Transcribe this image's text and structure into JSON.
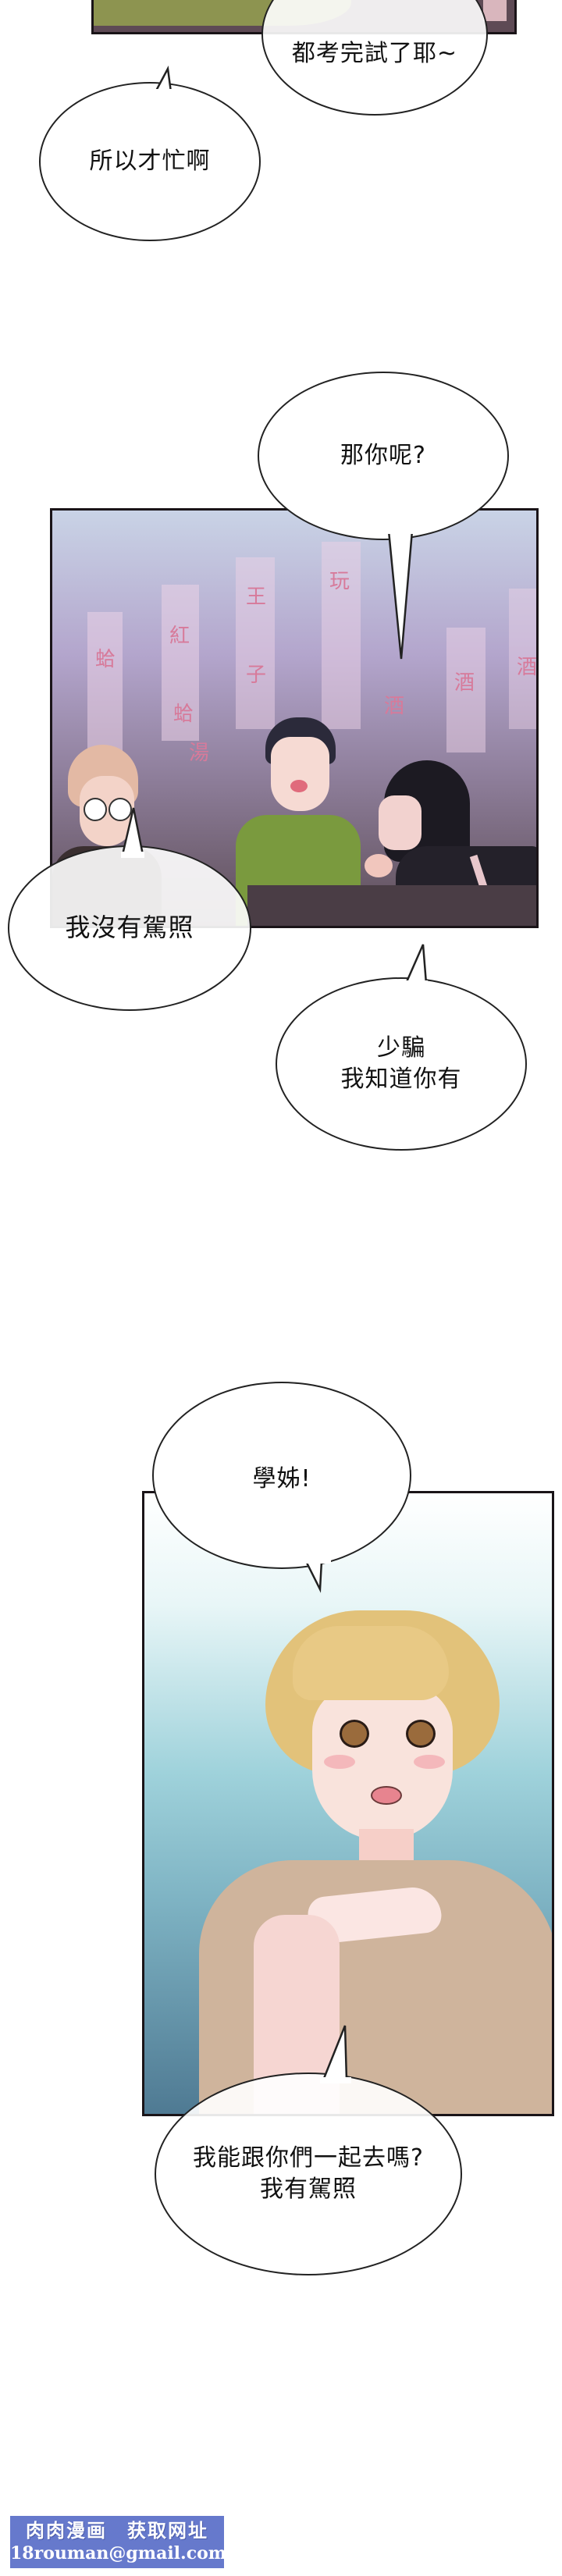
{
  "comic": {
    "panels": [
      {
        "id": "panel-1",
        "description": "bottom edge of classroom scene (olive green and plum tones)"
      },
      {
        "id": "panel-2",
        "description": "three students at a restaurant with hanging menu banners"
      },
      {
        "id": "panel-3",
        "description": "blonde woman with bob haircut, beige shirt, hand at chest"
      }
    ],
    "bubbles": [
      {
        "id": "bubble-1",
        "text": "都考完試了耶~"
      },
      {
        "id": "bubble-2",
        "text": "所以才忙啊"
      },
      {
        "id": "bubble-3",
        "text": "那你呢?"
      },
      {
        "id": "bubble-4",
        "text": "我沒有駕照"
      },
      {
        "id": "bubble-5",
        "lines": [
          "少騙",
          "我知道你有"
        ]
      },
      {
        "id": "bubble-6",
        "text": "學姊!"
      },
      {
        "id": "bubble-7",
        "lines": [
          "我能跟你們一起去嗎?",
          "我有駕照"
        ]
      }
    ],
    "banner_glyphs": [
      "蛤",
      "紅",
      "王",
      "子",
      "蛤",
      "湯",
      "酒",
      "酒",
      "酒",
      "玩"
    ]
  },
  "watermark": {
    "line1": "肉肉漫画　获取网址",
    "line2": "18rouman@gmail.com",
    "color": "#6679cc"
  },
  "colors": {
    "panel_border": "#1a1418",
    "olive": "#8d9450",
    "plum": "#5e4a55",
    "restaurant_bg": "#a893b3",
    "panel3_sky": "#8ec7d4",
    "panel3_deep": "#4f7a93",
    "shirt_beige": "#cfb49c",
    "hair_blonde": "#e2c27a"
  }
}
